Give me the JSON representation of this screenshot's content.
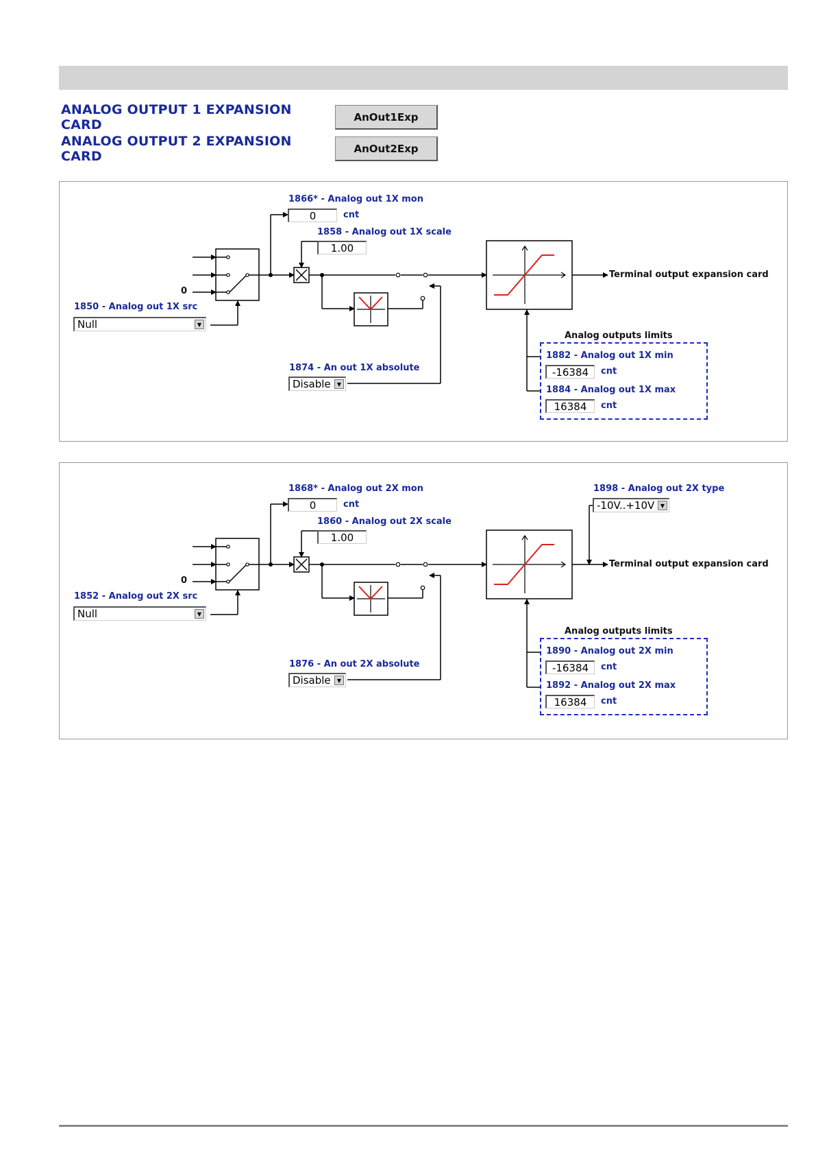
{
  "header": {
    "rows": [
      {
        "title": "ANALOG OUTPUT 1 EXPANSION CARD",
        "button": "AnOut1Exp"
      },
      {
        "title": "ANALOG OUTPUT 2 EXPANSION CARD",
        "button": "AnOut2Exp"
      }
    ]
  },
  "panel1": {
    "mon_label": "1866* - Analog out 1X mon",
    "mon_value": "0",
    "mon_unit": "cnt",
    "scale_label": "1858 - Analog out 1X scale",
    "scale_value": "1.00",
    "src_label": "1850 - Analog out 1X src",
    "src_value": "Null",
    "zero_label": "0",
    "absolute_label": "1874 - An out 1X absolute",
    "absolute_value": "Disable",
    "output_label": "Terminal output expansion card",
    "limits_title": "Analog outputs limits",
    "min_label": "1882 - Analog out 1X min",
    "min_value": "-16384",
    "min_unit": "cnt",
    "max_label": "1884 - Analog out 1X max",
    "max_value": "16384",
    "max_unit": "cnt"
  },
  "panel2": {
    "mon_label": "1868* - Analog out 2X mon",
    "mon_value": "0",
    "mon_unit": "cnt",
    "scale_label": "1860 - Analog out 2X scale",
    "scale_value": "1.00",
    "src_label": "1852 - Analog out 2X src",
    "src_value": "Null",
    "zero_label": "0",
    "absolute_label": "1876 - An out 2X absolute",
    "absolute_value": "Disable",
    "type_label": "1898 - Analog out 2X type",
    "type_value": "-10V..+10V",
    "output_label": "Terminal output expansion card",
    "limits_title": "Analog outputs limits",
    "min_label": "1890 - Analog out 2X min",
    "min_value": "-16384",
    "min_unit": "cnt",
    "max_label": "1892 - Analog out 2X max",
    "max_value": "16384",
    "max_unit": "cnt"
  },
  "colors": {
    "label_blue": "#1a2a9a",
    "limit_box": "#1a2ac0",
    "curve_red": "#e02020",
    "header_bar": "#d4d4d4"
  }
}
